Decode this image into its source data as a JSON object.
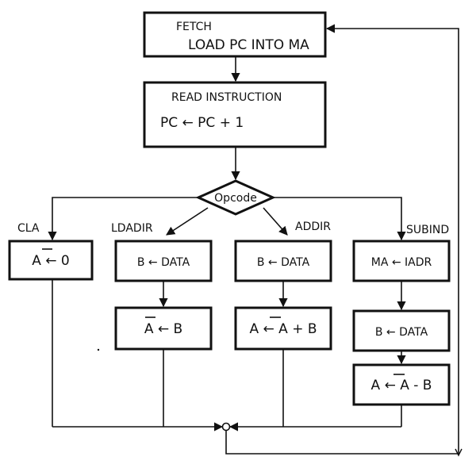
{
  "fetch": {
    "line1": "FETCH",
    "line2": "LOAD PC INTO MA"
  },
  "read": {
    "line1": "READ INSTRUCTION",
    "line2": "PC ← PC + 1"
  },
  "decision": {
    "label": "Opcode"
  },
  "branches": {
    "cla": {
      "label": "CLA",
      "step1": "A ← 0"
    },
    "ldadir": {
      "label": "LDADIR",
      "step1": "B ← DATA",
      "step2": "A ← B"
    },
    "addir": {
      "label": "ADDIR",
      "step1": "B ← DATA",
      "step2": "A ← A + B"
    },
    "subind": {
      "label": "SUBIND",
      "step1": "MA ← IADR",
      "step2": "B ← DATA",
      "step3": "A ← A - B"
    }
  }
}
